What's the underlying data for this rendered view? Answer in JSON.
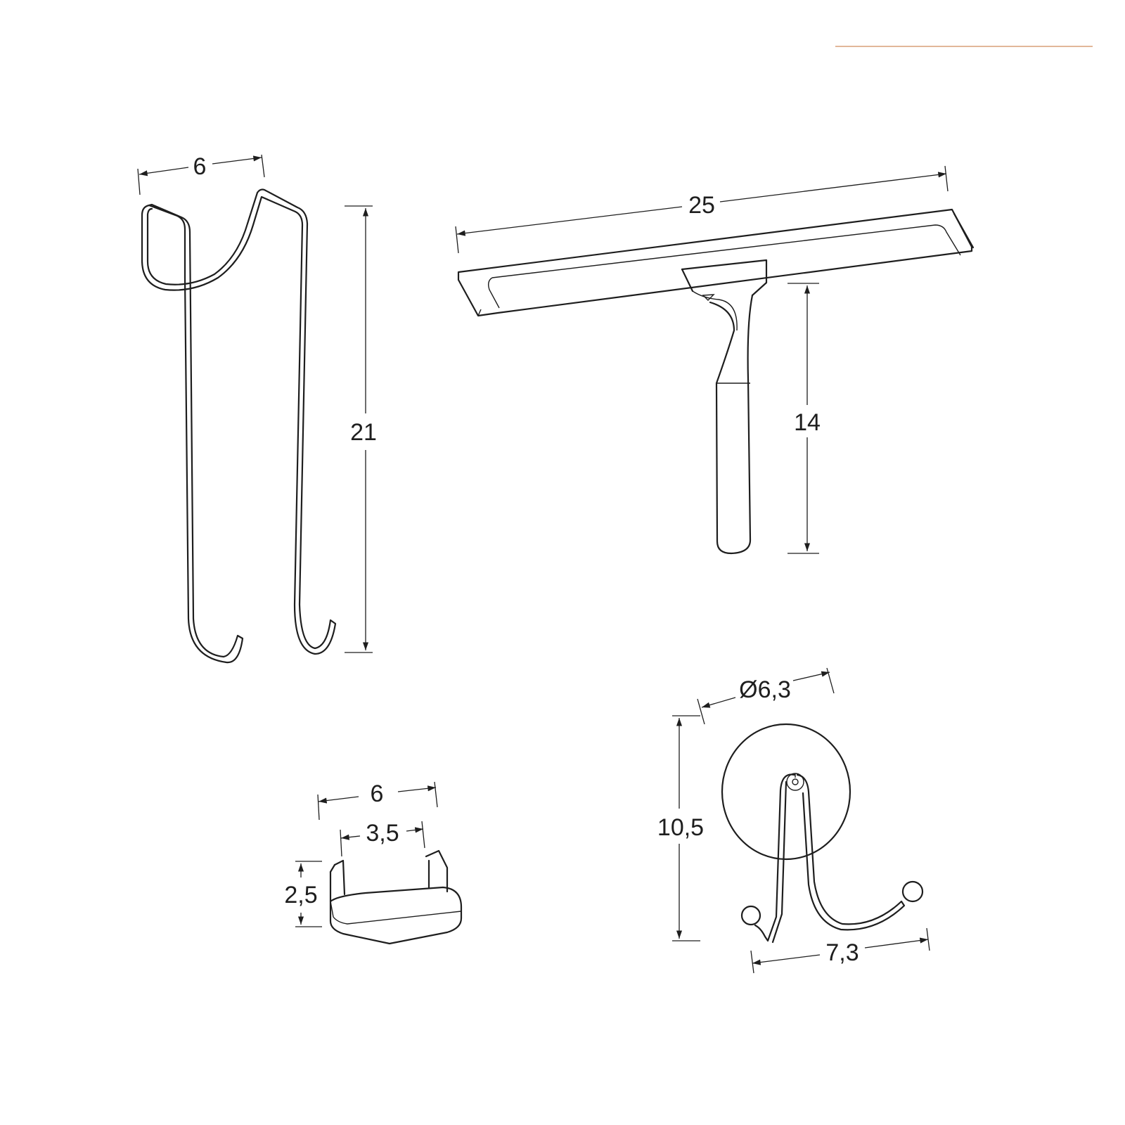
{
  "colors": {
    "accent_rule": "#e2b79a",
    "ink": "#1e1e1e"
  },
  "over_door_hook": {
    "width_label": "6",
    "height_label": "21"
  },
  "squeegee": {
    "width_label": "25",
    "height_label": "14"
  },
  "clip": {
    "outer_width_label": "6",
    "inner_width_label": "3,5",
    "height_label": "2,5"
  },
  "suction_hook": {
    "diameter_label": "Ø6,3",
    "height_label": "10,5",
    "width_label": "7,3"
  }
}
